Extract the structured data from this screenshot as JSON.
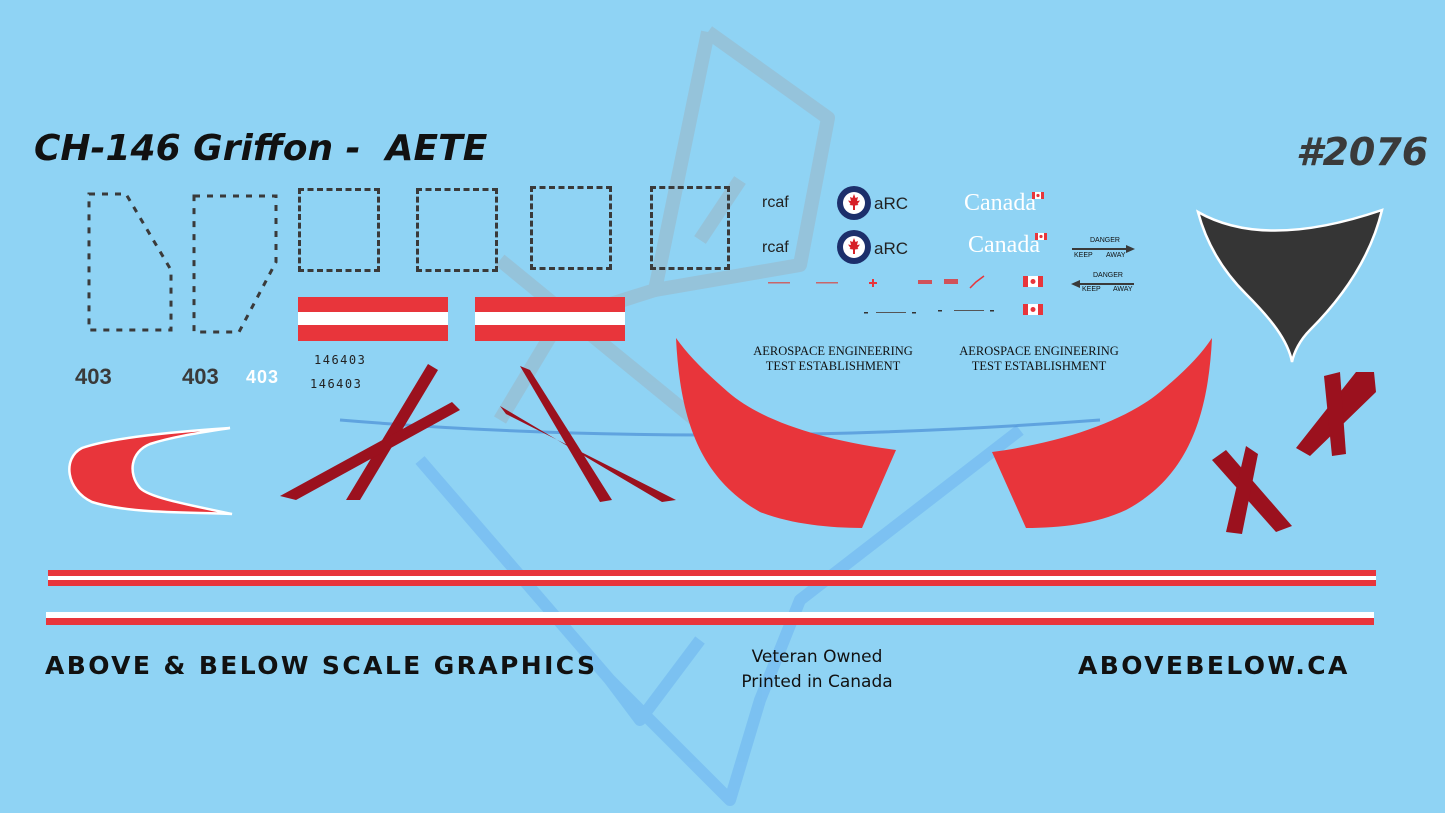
{
  "header": {
    "title": "CH-146 Griffon -  AETE",
    "sheet_number": "#2076"
  },
  "numbers": {
    "code_a": "403",
    "code_b": "403",
    "code_white": "403",
    "serial_a": "146403",
    "serial_b": "146403"
  },
  "markings": {
    "rcaf_1": "rcaf",
    "rcaf_2": "rcaf",
    "arc_1": "aRC",
    "arc_2": "aRC",
    "canada_1": "Canada",
    "canada_2": "Canada",
    "danger_1": "DANGER",
    "keep_away_1_a": "KEEP",
    "keep_away_1_b": "AWAY",
    "danger_2": "DANGER",
    "keep_away_2_a": "KEEP",
    "keep_away_2_b": "AWAY",
    "aete_1_line1": "AEROSPACE ENGINEERING",
    "aete_1_line2": "TEST ESTABLISHMENT",
    "aete_2_line1": "AEROSPACE ENGINEERING",
    "aete_2_line2": "TEST ESTABLISHMENT"
  },
  "footer": {
    "company": "ABOVE & BELOW SCALE GRAPHICS",
    "tagline_1": "Veteran Owned",
    "tagline_2": "Printed in Canada",
    "website": "ABOVEBELOW.CA"
  },
  "colors": {
    "background": "#8fd3f4",
    "red": "#e8353b",
    "dark_red": "#9b111e",
    "dark_grey": "#3a3a3a",
    "roundel_blue": "#1c2f6b"
  }
}
